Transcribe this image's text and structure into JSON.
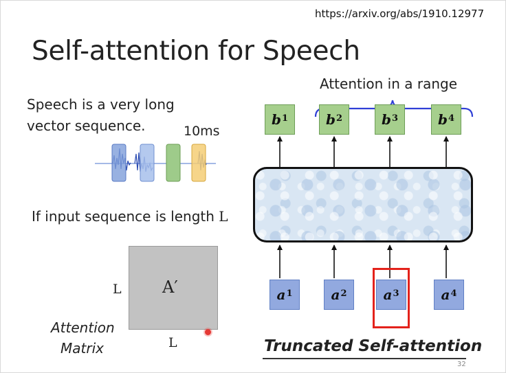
{
  "header": {
    "url": "https://arxiv.org/abs/1910.12977"
  },
  "slide": {
    "title": "Self-attention for Speech",
    "page_number": "32"
  },
  "left": {
    "desc_line1": "Speech is a very long",
    "desc_line2": "vector sequence.",
    "frame_label": "10ms",
    "input_prefix": "If input sequence is length ",
    "input_var": "L"
  },
  "matrix": {
    "label": "A′",
    "row_dim": "L",
    "col_dim": "L",
    "caption_line1": "Attention",
    "caption_line2": "Matrix"
  },
  "diagram": {
    "range_label": "Attention in a range",
    "outputs": [
      {
        "var": "b",
        "idx": "1"
      },
      {
        "var": "b",
        "idx": "2"
      },
      {
        "var": "b",
        "idx": "3"
      },
      {
        "var": "b",
        "idx": "4"
      }
    ],
    "inputs": [
      {
        "var": "a",
        "idx": "1"
      },
      {
        "var": "a",
        "idx": "2"
      },
      {
        "var": "a",
        "idx": "3"
      },
      {
        "var": "a",
        "idx": "4"
      }
    ],
    "highlighted_input": 3,
    "caption": "Truncated Self-attention"
  },
  "colors": {
    "output_box": "#a6cf8d",
    "input_box": "#92a9df",
    "brace": "#2f3fd6",
    "highlight": "#e3221b",
    "attention_block": "#d9e6f3",
    "matrix": "#c2c2c2"
  }
}
